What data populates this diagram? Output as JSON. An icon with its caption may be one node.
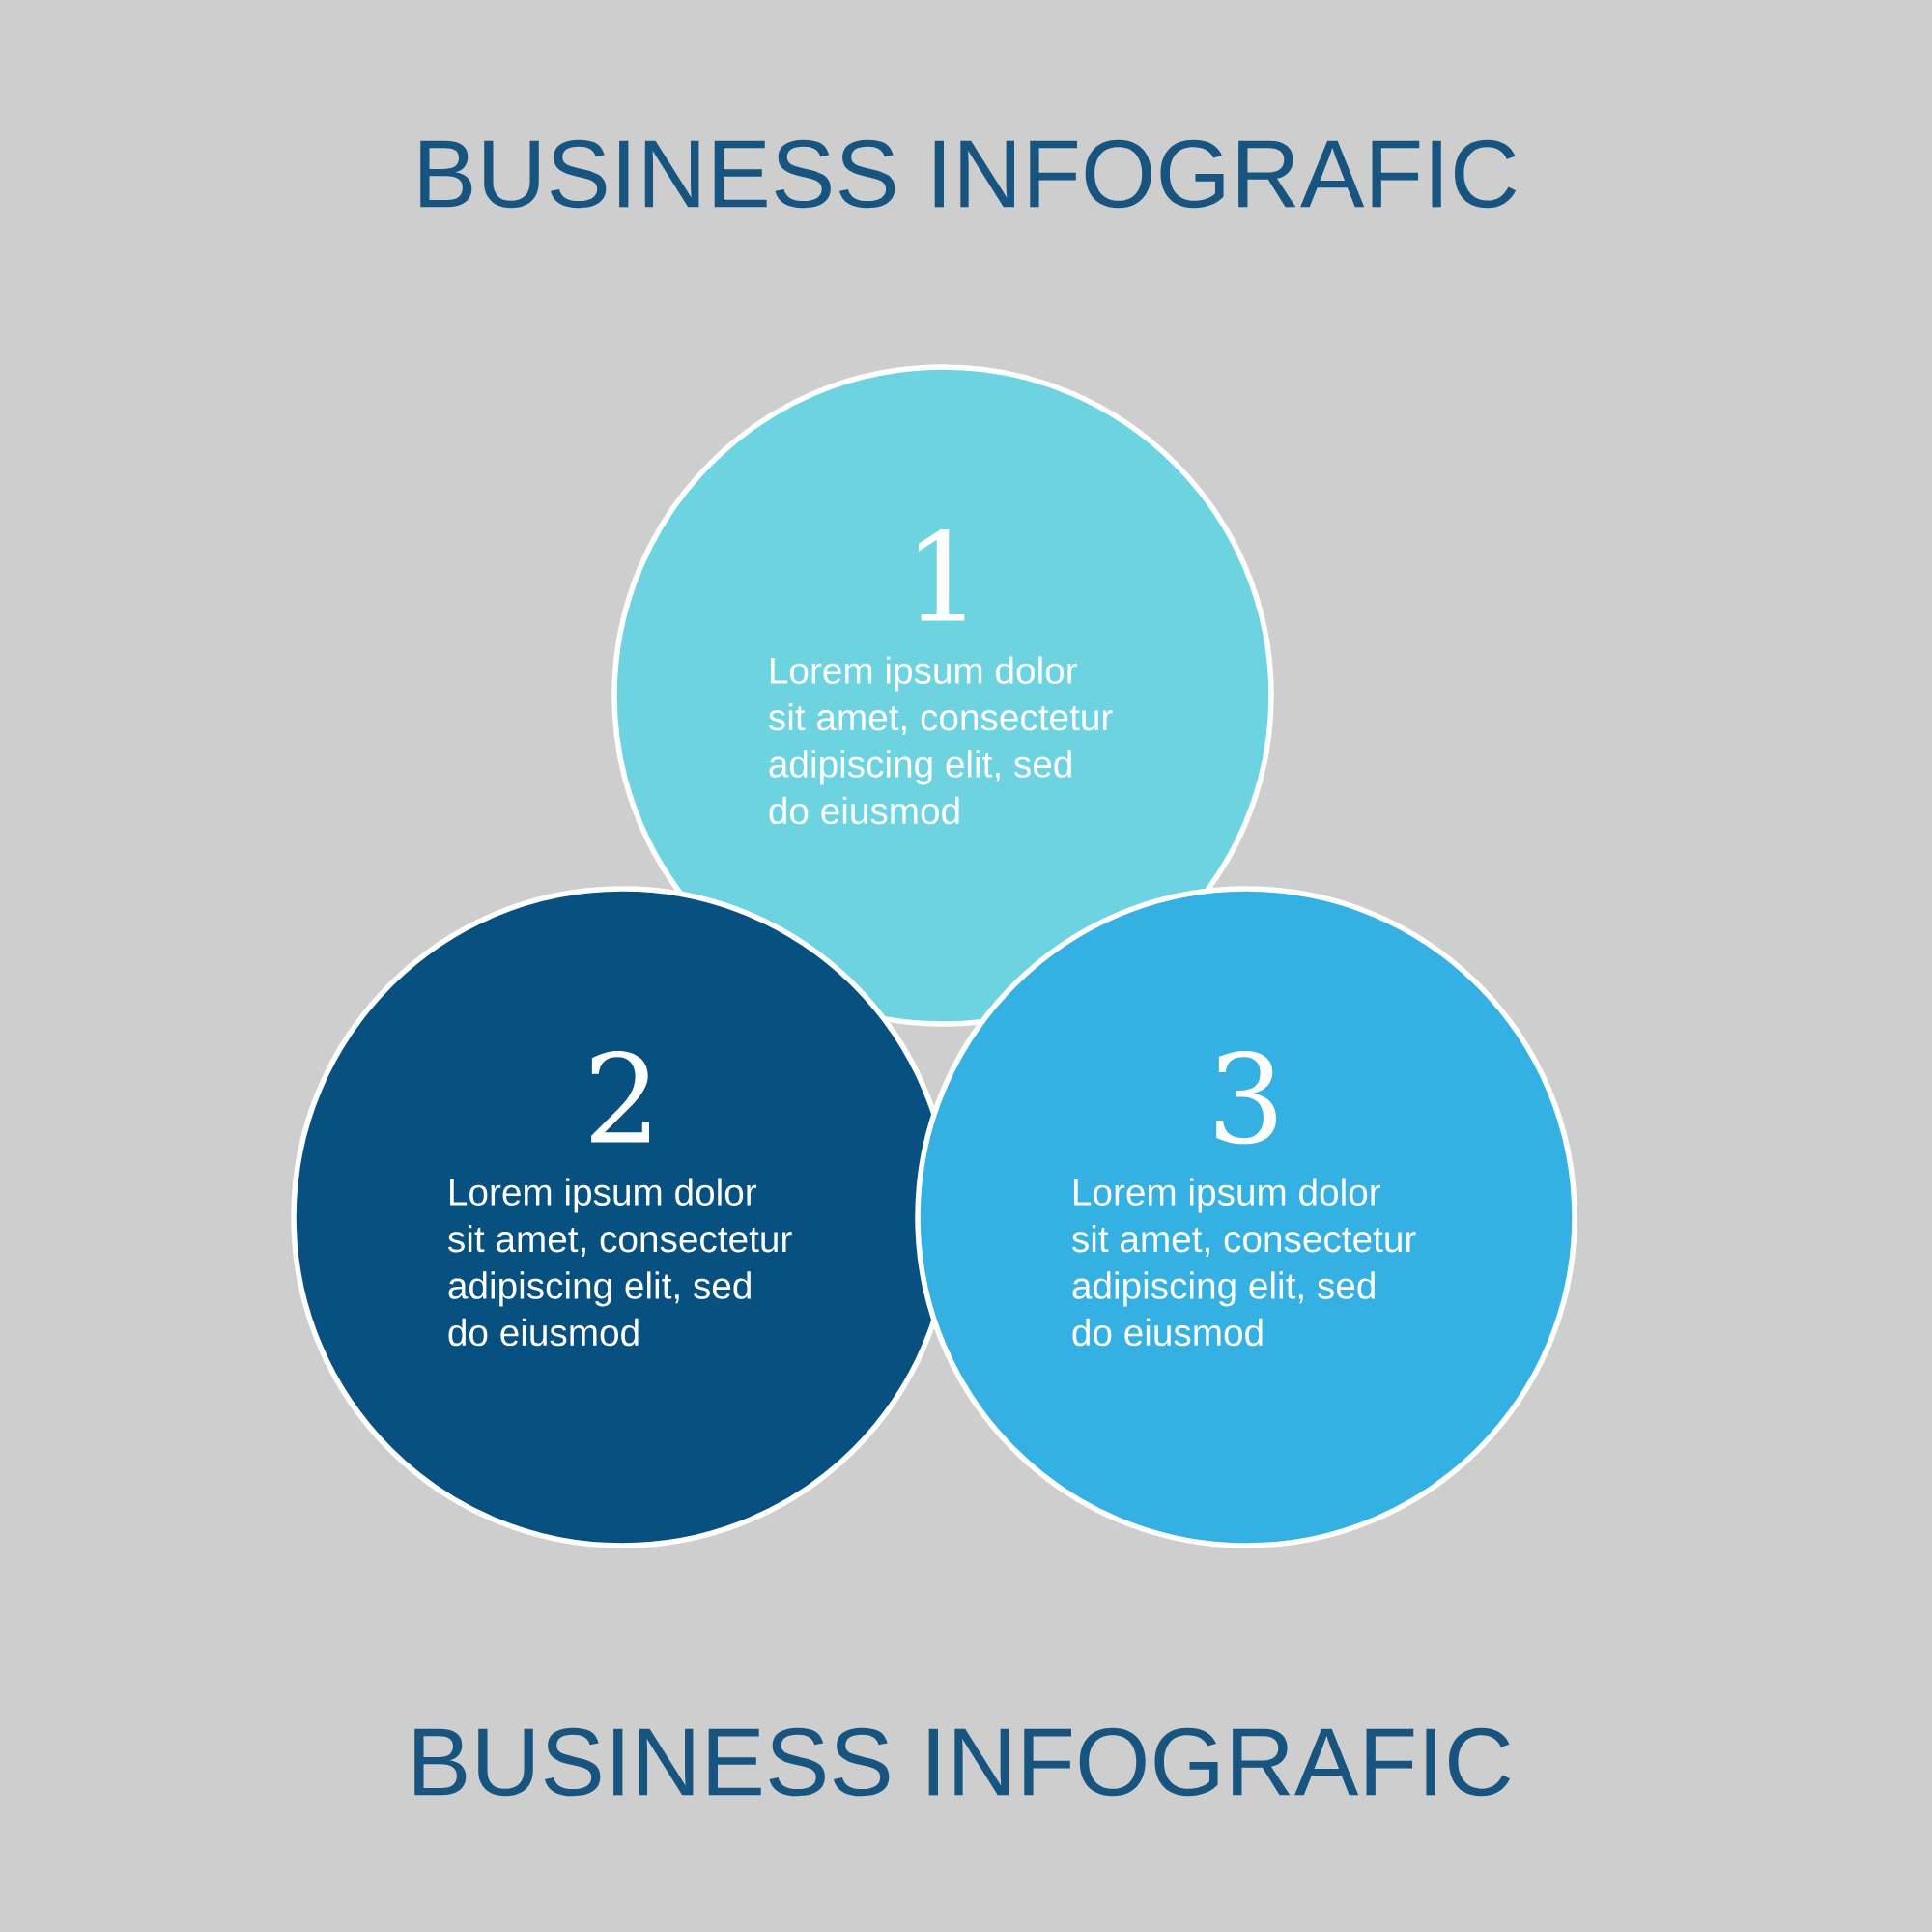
{
  "diagram": {
    "title": "BUSINESS INFOGRAFIC",
    "nodes": [
      {
        "text": [
          "1",
          "Lorem ipsum dolor sit amet, consectetur adipiscing elit, sed do eiusmod"
        ]
      },
      {
        "text": [
          "2",
          "Lorem ipsum dolor sit amet, consectetur adipiscing elit, sed do eiusmod"
        ]
      },
      {
        "text": [
          "3",
          "Lorem ipsum dolor sit amet, consectetur adipiscing elit, sed do eiusmod"
        ]
      }
    ],
    "caption": "BUSINESS INFOGRAFIC"
  }
}
